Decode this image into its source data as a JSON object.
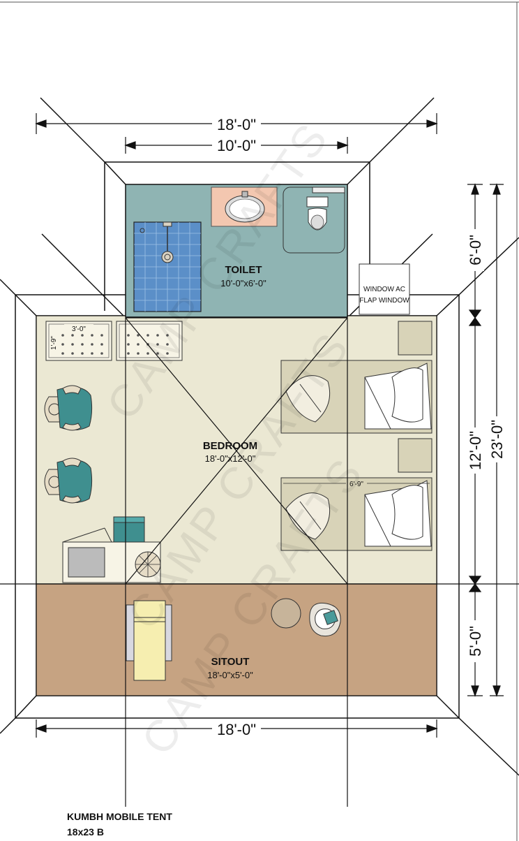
{
  "dimensions": {
    "top_overall": "18'-0\"",
    "top_toilet": "10'-0\"",
    "bottom_overall": "18'-0\"",
    "right_toilet": "6'-0\"",
    "right_bedroom": "12'-0\"",
    "right_sitout": "5'-0\"",
    "right_total": "23'-0\"",
    "bed_length": "6'-9\"",
    "luggage_width": "3'-0\"",
    "luggage_depth": "1'-9\""
  },
  "rooms": {
    "toilet": {
      "name": "TOILET",
      "size": "10'-0\"x6'-0\""
    },
    "bedroom": {
      "name": "BEDROOM",
      "size": "18'-0\"x12'-0\""
    },
    "sitout": {
      "name": "SITOUT",
      "size": "18'-0\"x5'-0\""
    }
  },
  "window_note": {
    "line1": "WINDOW AC",
    "line2": "FLAP WINDOW"
  },
  "watermark": "CAMP CRAFTS",
  "footer": {
    "line1": "KUMBH MOBILE TENT",
    "line2": "18x23 B"
  },
  "colors": {
    "toilet": "#8fb4b3",
    "bedroom": "#ebe8d3",
    "sitout": "#c6a382",
    "shower": "#5b8fc8",
    "chair": "#3f8f8f",
    "bed": "#d8d3b8"
  }
}
